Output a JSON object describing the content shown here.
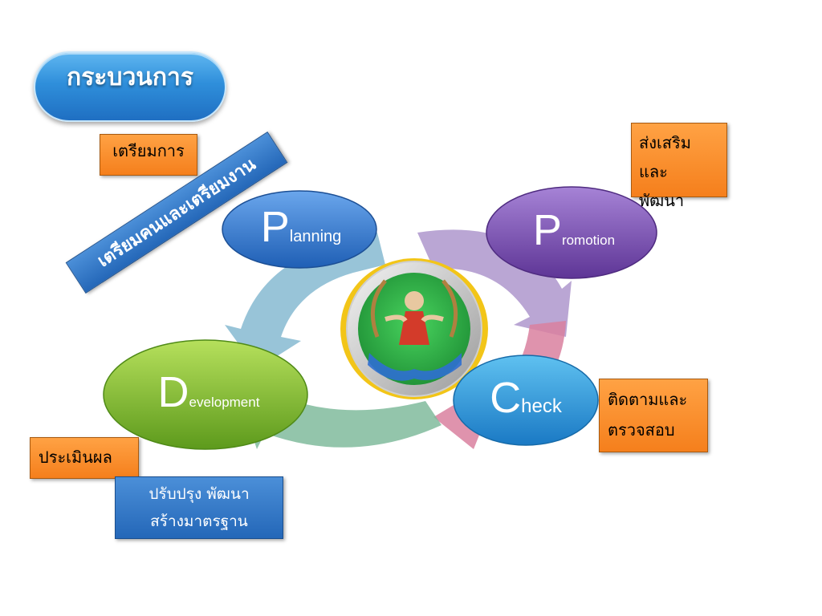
{
  "title": "กระบวนการ",
  "labels": {
    "prepare": "เตรียมการ",
    "promote": [
      "ส่งเสริม",
      "และ",
      "พัฒนา"
    ],
    "check_note": [
      "ติดตามและ",
      "ตรวจสอบ"
    ],
    "evaluate": "ประเมินผล",
    "improve": [
      "ปรับปรุง พัฒนา",
      "สร้างมาตรฐาน"
    ],
    "banner": "เตรียมคนและเตรียมงาน"
  },
  "ovals": {
    "planning": {
      "initial": "P",
      "rest": "lanning",
      "color": "#2f78d2"
    },
    "promotion": {
      "initial": "P",
      "rest": "romotion",
      "color": "#7d4fb7"
    },
    "check": {
      "initial": "C",
      "rest": "heck",
      "color": "#1f8fd6"
    },
    "development": {
      "initial": "D",
      "rest": "evelopment",
      "color": "#7fbc2e"
    }
  },
  "colors": {
    "orange": "#f57f1c",
    "blue": "#2467b8",
    "arrow_blue": "#7fb5cf",
    "arrow_purple": "#a991c7",
    "arrow_pink": "#d77b9a",
    "arrow_green": "#7ab898"
  },
  "icons": {
    "center": "deity-emblem-icon"
  }
}
